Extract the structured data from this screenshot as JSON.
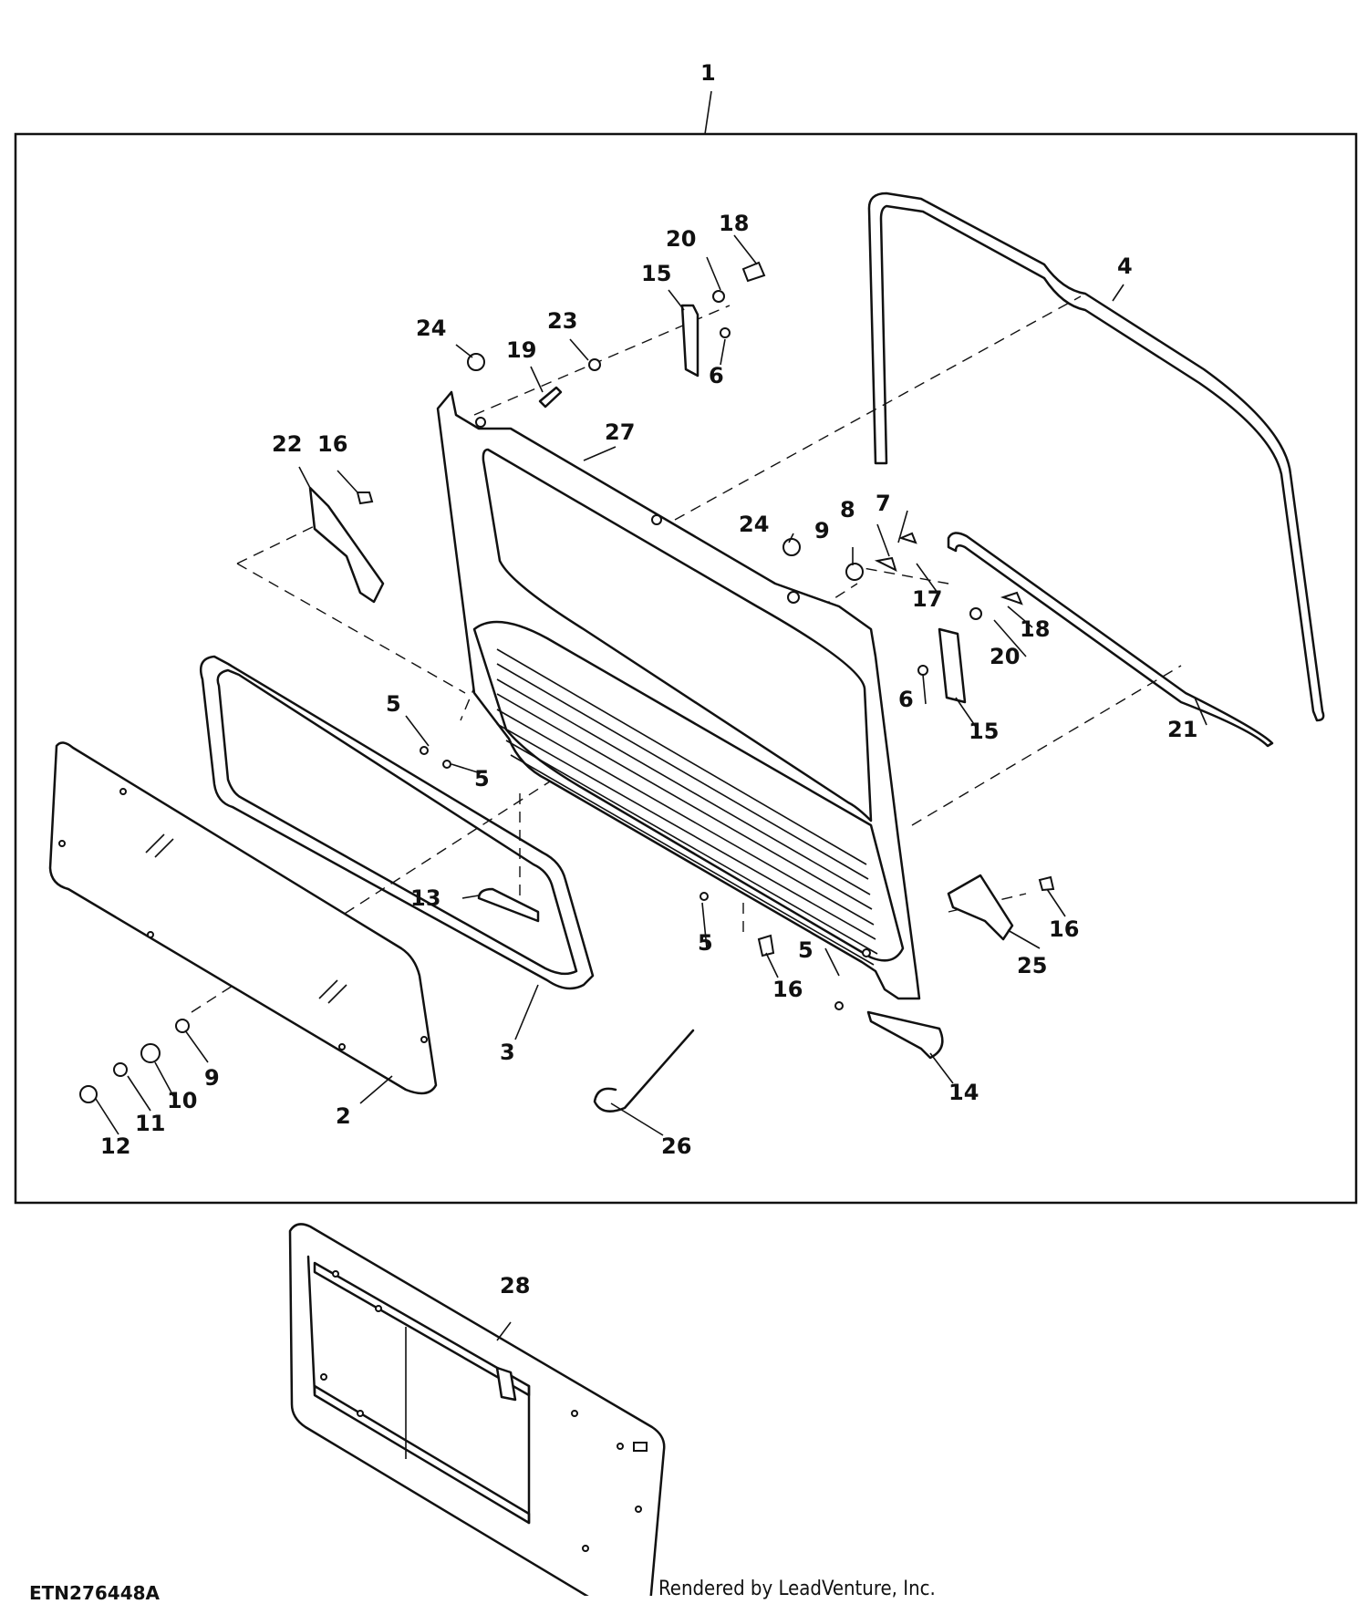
{
  "figure": {
    "code": "ETN276448A",
    "credit": "Rendered by LeadVenture, Inc."
  },
  "callouts": [
    "1",
    "2",
    "3",
    "4",
    "5",
    "5",
    "5",
    "5",
    "6",
    "6",
    "7",
    "8",
    "9",
    "9",
    "10",
    "11",
    "12",
    "13",
    "14",
    "15",
    "15",
    "16",
    "16",
    "16",
    "17",
    "18",
    "18",
    "19",
    "20",
    "20",
    "21",
    "22",
    "23",
    "24",
    "24",
    "25",
    "26",
    "27",
    "28"
  ]
}
